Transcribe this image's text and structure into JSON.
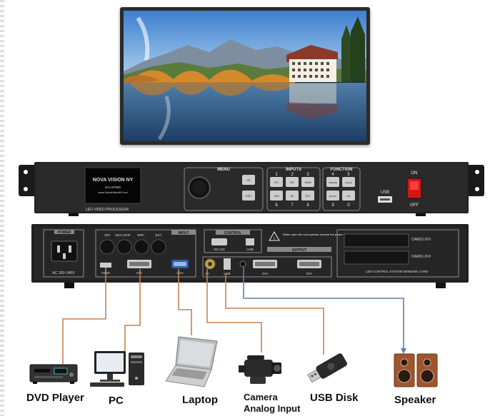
{
  "front_panel": {
    "screen_brand": "NOVA VISION NY",
    "screen_model": "NI-LVP500",
    "screen_url": "www.NovaVisionNY.net",
    "caption": "LED VIDEO PROCESSOR",
    "menu_label": "MENU",
    "menu_buttons": [
      "OK",
      "ESC"
    ],
    "inputs_label": "INPUTS",
    "inputs_top_numbers": [
      "1",
      "2",
      "3"
    ],
    "inputs_bottom_numbers": [
      "6",
      "7",
      "8"
    ],
    "input_buttons": [
      "DVI",
      "SDI",
      "HDMI",
      "VGA",
      "AV",
      "EXT"
    ],
    "function_label": "FUNCTION",
    "function_top_numbers": [
      "4",
      "5"
    ],
    "function_bottom_numbers": [
      "9",
      "0"
    ],
    "function_buttons": [
      "FREEZE",
      "SCALE",
      "BLACK",
      "PIP"
    ],
    "usb_label": "USB",
    "on_label": "ON",
    "off_label": "OFF"
  },
  "rear_panel": {
    "power_label": "POWER",
    "power_voltage": "AC 100~240V",
    "input_label": "INPUT",
    "input_ports": [
      "SDI",
      "SDI-LOOP",
      "WIFI",
      "EXT"
    ],
    "control_label": "CONTROL",
    "rs232_label": "RS-232",
    "usb_label": "USB",
    "warning_text": "When open the cover,please remove the power supply!",
    "output_label": "OUTPUT",
    "card_labels": [
      "CARD2-DVI",
      "CARD1-DVI"
    ],
    "sending_card_label": "LED CONTROL SYSTEM SENDING CARD",
    "port_labels": [
      "HDMI",
      "DVI",
      "VGA",
      "AV",
      "USB",
      "DVI",
      "DVI"
    ]
  },
  "devices": [
    {
      "label": "DVD Player",
      "icon": "dvd-player-icon"
    },
    {
      "label": "PC",
      "icon": "pc-icon"
    },
    {
      "label": "Laptop",
      "icon": "laptop-icon"
    },
    {
      "label": "Camera",
      "label2": "Analog Input",
      "icon": "camera-icon"
    },
    {
      "label": "USB Disk",
      "icon": "usb-disk-icon"
    },
    {
      "label": "Speaker",
      "icon": "speaker-icon"
    }
  ],
  "colors": {
    "cable": "#c9814e",
    "audio_cable": "#5b7fa8",
    "chassis": "#1e1e1e",
    "power_switch": "#d01818"
  }
}
